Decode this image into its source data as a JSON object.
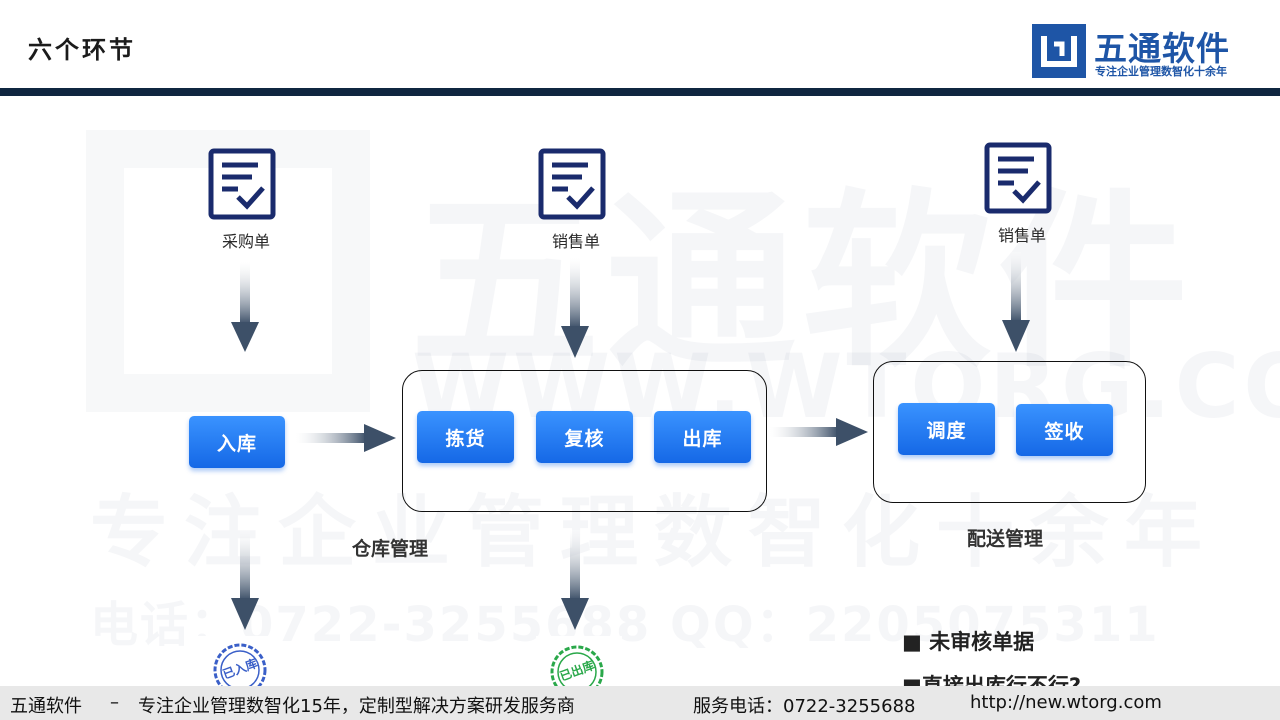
{
  "header": {
    "title": "六个环节",
    "logo": {
      "name": "五通软件",
      "slogan": "专注企业管理数智化十余年",
      "colors": {
        "brand": "#1e55a6",
        "bar": "#0f2640"
      }
    }
  },
  "watermark": {
    "brand": "五通软件",
    "website": "WWW.WTORG.COM",
    "slogan": "专注企业管理数智化十余年",
    "contact": "电话：0722-3255688 QQ：2205075311"
  },
  "diagram": {
    "documents": [
      {
        "id": "doc-purchase",
        "label": "采购单",
        "icon": "checklist-document-icon"
      },
      {
        "id": "doc-sales-1",
        "label": "销售单",
        "icon": "checklist-document-icon"
      },
      {
        "id": "doc-sales-2",
        "label": "销售单",
        "icon": "checklist-document-icon"
      }
    ],
    "steps": [
      {
        "id": "step-inbound",
        "label": "入库"
      },
      {
        "id": "step-picking",
        "label": "拣货"
      },
      {
        "id": "step-review",
        "label": "复核"
      },
      {
        "id": "step-outbound",
        "label": "出库"
      },
      {
        "id": "step-dispatch",
        "label": "调度"
      },
      {
        "id": "step-sign",
        "label": "签收"
      }
    ],
    "groups": [
      {
        "id": "group-warehouse",
        "label": "仓库管理"
      },
      {
        "id": "group-delivery",
        "label": "配送管理"
      }
    ],
    "stamps": [
      {
        "id": "stamp-inbound",
        "label": "已入库",
        "color": "#3a5fc8"
      },
      {
        "id": "stamp-outbound",
        "label": "已出库",
        "color": "#2aa84a"
      }
    ],
    "colors": {
      "step_top": "#3a93ff",
      "step_bottom": "#1568e6",
      "arrow": "#3d5068"
    }
  },
  "notes": [
    "■ 未审核单据",
    "■直接出库行不行?"
  ],
  "footer": {
    "company": "五通软件",
    "separator": "–",
    "tagline": "专注企业管理数智化15年，定制型解决方案研发服务商",
    "phone": "服务电话：0722-3255688",
    "url": "http://new.wtorg.com"
  }
}
